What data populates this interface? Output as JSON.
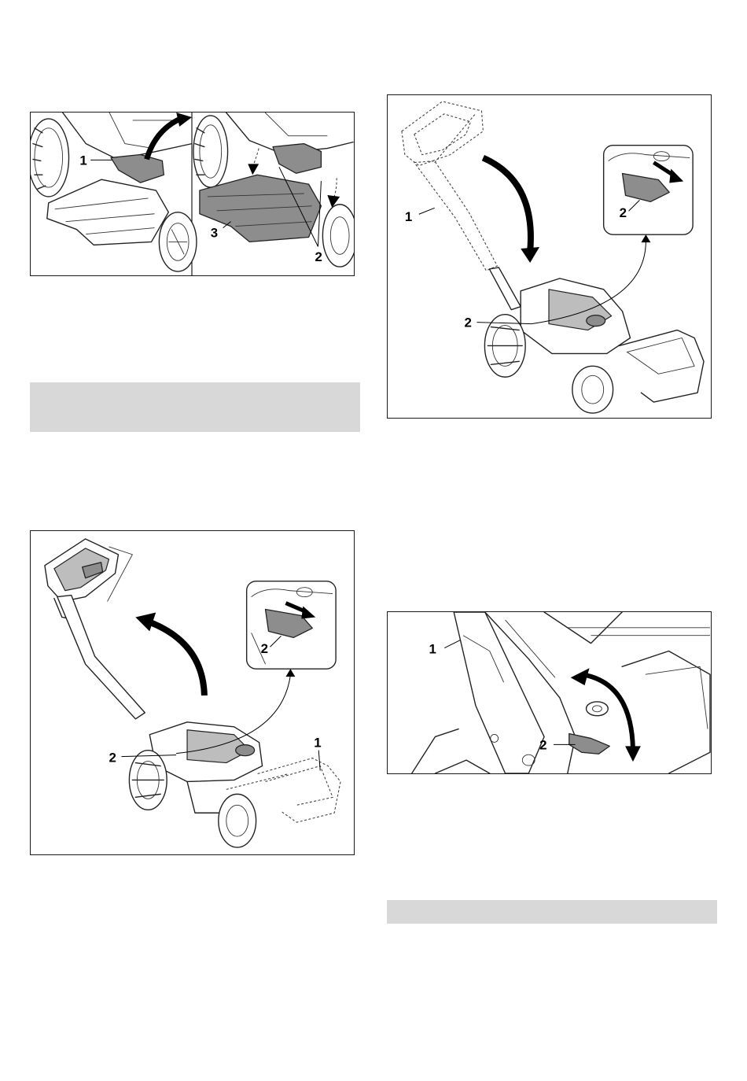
{
  "figures": {
    "fig_a": {
      "label_1": "1",
      "label_2": "2",
      "label_3": "3"
    },
    "fig_b": {
      "label_1": "1",
      "label_2": "2",
      "label_2b": "2"
    },
    "fig_c": {
      "label_1": "1",
      "label_1b": "1",
      "label_2": "2",
      "label_2b": "2"
    },
    "fig_d": {
      "label_1": "1",
      "label_2": "2"
    }
  },
  "colors": {
    "border": "#1a1a1a",
    "shading": "#d8d8d8",
    "part_highlight": "#8d8d8d"
  }
}
